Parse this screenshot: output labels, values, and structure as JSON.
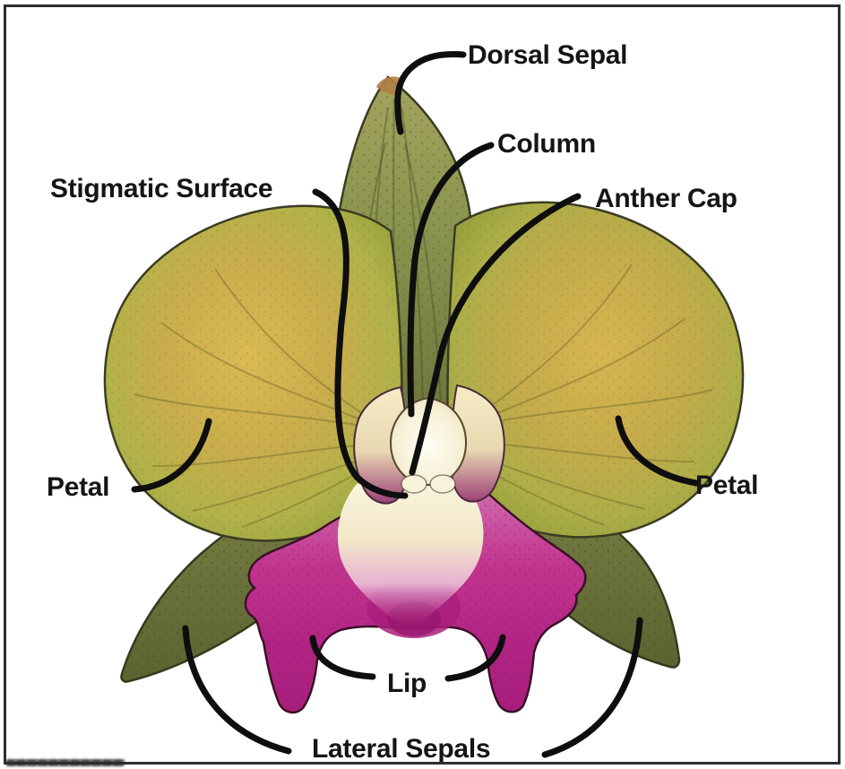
{
  "figure": {
    "kind": "labeled anatomy diagram",
    "palette": {
      "ink": "#0e0e0e",
      "frame": "#2d2d2d",
      "background": "#ffffff",
      "petal_yellow": "#c9ad4c",
      "petal_green": "#95a23c",
      "dorsal_olive": "#87914d",
      "lateral_sepal_olive": "#6b7239",
      "lip_magenta": "#bb2a8c",
      "lip_deep_magenta": "#99176e",
      "throat_cream": "#f6eecb",
      "column_cream": "#f7f0d6"
    }
  },
  "labels": {
    "dorsal_sepal": "Dorsal Sepal",
    "column": "Column",
    "stigmatic_surface": "Stigmatic Surface",
    "anther_cap": "Anther Cap",
    "petal_left": "Petal",
    "petal_right": "Petal",
    "lip": "Lip",
    "lateral_sepals": "Lateral Sepals"
  }
}
